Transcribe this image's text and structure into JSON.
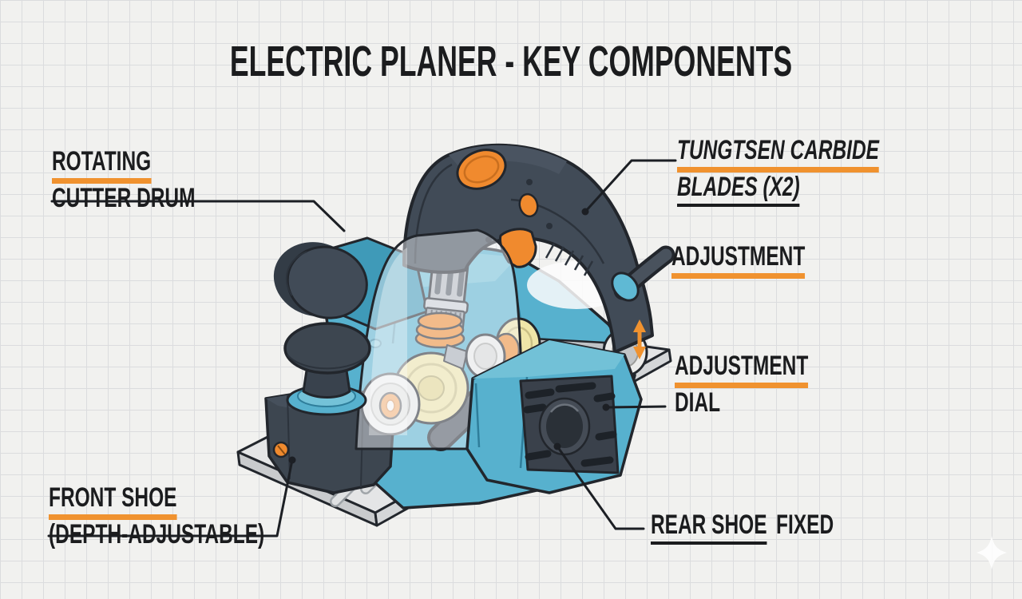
{
  "title": "ELECTRIC PLANER - KEY COMPONENTS",
  "labels": {
    "rotating_cutter_drum": {
      "line1": "ROTATING",
      "line2": "CUTTER DRUM"
    },
    "tungsten_blades": {
      "line1": "TUNGTSEN CARBIDE",
      "line2": "BLADES (X2)"
    },
    "adjustment": {
      "text": "ADJUSTMENT"
    },
    "adjustment_dial": {
      "line1": "ADJUSTMENT",
      "line2": "DIAL"
    },
    "rear_shoe": {
      "underlined": "REAR SHOE",
      "suffix": "FIXED"
    },
    "front_shoe": {
      "line1": "FRONT SHOE",
      "line2": "(DEPTH-ADJUSTABLE)"
    }
  },
  "colors": {
    "accent_orange": "#F0922F",
    "body_teal": "#55B1CE",
    "dark_slate": "#3D4650",
    "label_text": "#1B1C1E",
    "paper": "#F1F1EF",
    "grid_line": "#DBDCDE"
  }
}
